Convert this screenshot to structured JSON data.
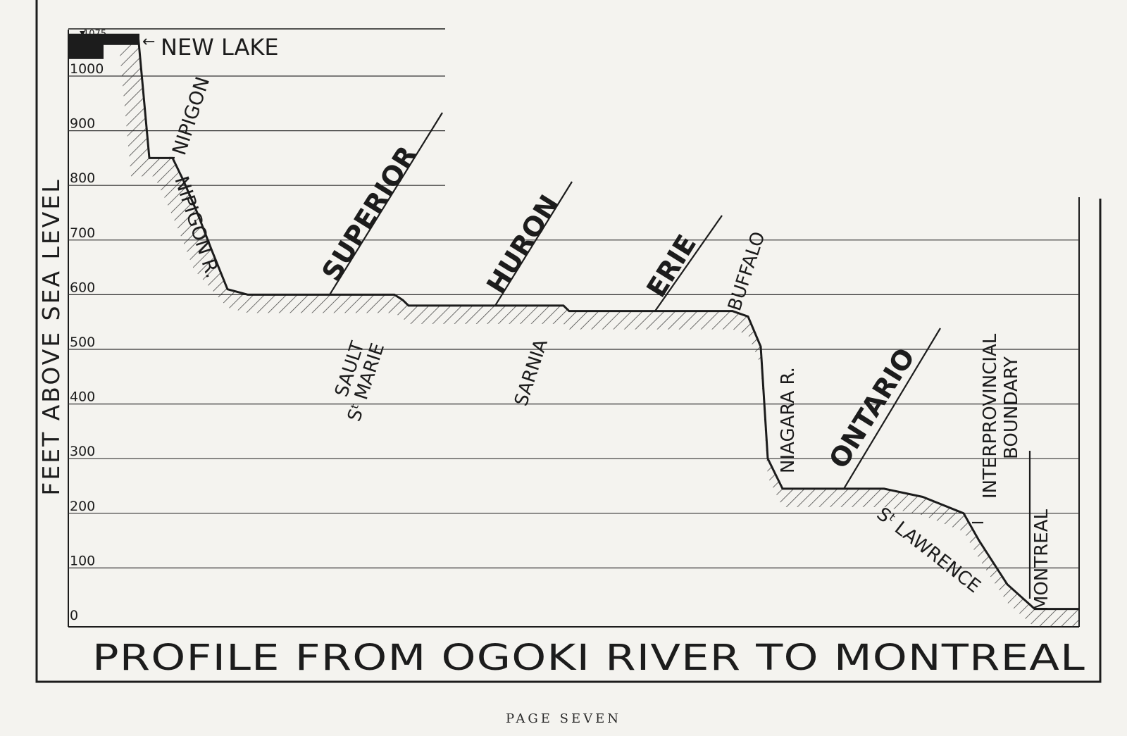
{
  "chart_data": {
    "type": "area",
    "title": "PROFILE FROM OGOKI RIVER TO MONTREAL",
    "ylabel": "FEET ABOVE SEA LEVEL",
    "ylim": [
      0,
      1100
    ],
    "y_ticks": [
      0,
      100,
      200,
      300,
      400,
      500,
      600,
      700,
      800,
      900,
      1000
    ],
    "top_marker": "1075",
    "grid": true,
    "series": [
      {
        "values": [
          1075,
          1075,
          850,
          850,
          810,
          750,
          680,
          610,
          600,
          600,
          590,
          580,
          580,
          570,
          570,
          560,
          505,
          300,
          245,
          245,
          230,
          200,
          150,
          70,
          25,
          25
        ]
      }
    ],
    "place_labels": [
      {
        "text": "NEW LAKE",
        "style": "regular"
      },
      {
        "text": "NIPIGON",
        "style": "regular"
      },
      {
        "text": "NIPIGON R.",
        "style": "regular"
      },
      {
        "text": "SUPERIOR",
        "style": "bold"
      },
      {
        "text": "SAULT",
        "style": "regular"
      },
      {
        "text": "Sᵗ MARIE",
        "style": "regular"
      },
      {
        "text": "HURON",
        "style": "bold"
      },
      {
        "text": "SARNIA",
        "style": "regular"
      },
      {
        "text": "ERIE",
        "style": "bold"
      },
      {
        "text": "BUFFALO",
        "style": "regular"
      },
      {
        "text": "NIAGARA R.",
        "style": "regular"
      },
      {
        "text": "ONTARIO",
        "style": "bold"
      },
      {
        "text": "Sᵗ LAWRENCE",
        "style": "regular"
      },
      {
        "text": "INTERPROVINCIAL",
        "style": "regular"
      },
      {
        "text": "BOUNDARY",
        "style": "regular"
      },
      {
        "text": "MONTREAL",
        "style": "regular"
      }
    ]
  },
  "page_footer": "PAGE SEVEN"
}
